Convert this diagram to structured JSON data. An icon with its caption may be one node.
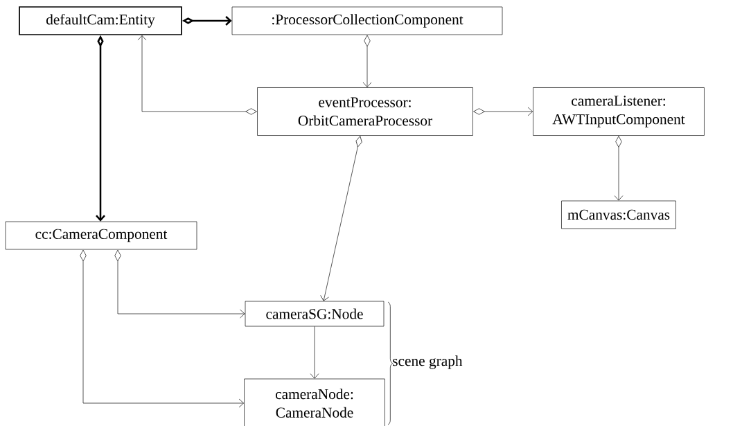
{
  "diagram": {
    "nodes": [
      {
        "text": [
          "defaultCam:Entity"
        ]
      },
      {
        "text": [
          ":ProcessorCollectionComponent"
        ]
      },
      {
        "text": [
          "eventProcessor: OrbitCameraProcessor"
        ]
      },
      {
        "text": [
          "cameraListener: AWTInputComponent"
        ]
      },
      {
        "text": [
          "mCanvas:Canvas"
        ]
      },
      {
        "text": [
          "cc:CameraComponent"
        ]
      },
      {
        "text": [
          "cameraSG:Node"
        ]
      },
      {
        "text": [
          "cameraNode: CameraNode"
        ]
      }
    ],
    "edges": [
      {
        "from": 0,
        "to": 1,
        "arrow": "to",
        "style": "thick"
      },
      {
        "from": 1,
        "to": 2,
        "arrow": "to"
      },
      {
        "from": 2,
        "to": 0,
        "arrow": "to"
      },
      {
        "from": 2,
        "to": 3,
        "arrow": "to"
      },
      {
        "from": 3,
        "to": 4,
        "arrow": "to"
      },
      {
        "from": 0,
        "to": 5,
        "arrow": "to",
        "style": "thick"
      },
      {
        "from": 2,
        "to": 6,
        "arrow": "to"
      },
      {
        "from": 5,
        "to": 6,
        "arrow": "to"
      },
      {
        "from": 5,
        "to": 7,
        "arrow": "to"
      },
      {
        "from": 6,
        "to": 7,
        "arrow": "to"
      }
    ],
    "labels": [
      "scene graph"
    ]
  }
}
